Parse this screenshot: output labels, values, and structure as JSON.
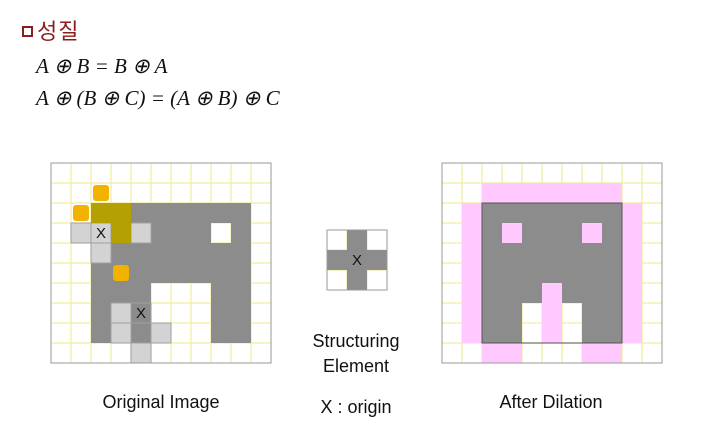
{
  "heading": {
    "icon": "hollow-square-bullet-icon",
    "text": "성질"
  },
  "formulas": {
    "commutative": "A ⊕ B = B ⊕ A",
    "associative": "A ⊕ (B ⊕ C) = (A ⊕ B) ⊕ C"
  },
  "marker": "X",
  "captions": {
    "original": "Original Image",
    "structuring_line1": "Structuring",
    "structuring_line2": "Element",
    "origin": "X : origin",
    "dilation": "After Dilation"
  },
  "colors": {
    "grid_line": "#f0eda0",
    "grid_bg": "#ffffff",
    "foreground": "#8c8c8c",
    "element_light": "#d3d3d3",
    "highlight_orange": "#f2b200",
    "highlight_olive": "#b4a000",
    "dilation_pink": "#ffc8ff",
    "heading_color": "#8a1d1d"
  },
  "original_image": {
    "rows": 10,
    "cols": 11,
    "object_cells": [
      [
        2,
        4
      ],
      [
        2,
        5
      ],
      [
        2,
        6
      ],
      [
        2,
        7
      ],
      [
        2,
        8
      ],
      [
        2,
        9
      ],
      [
        3,
        4
      ],
      [
        3,
        5
      ],
      [
        3,
        6
      ],
      [
        3,
        7
      ],
      [
        3,
        9
      ],
      [
        4,
        2
      ],
      [
        4,
        3
      ],
      [
        4,
        4
      ],
      [
        4,
        5
      ],
      [
        4,
        6
      ],
      [
        4,
        7
      ],
      [
        4,
        8
      ],
      [
        4,
        9
      ],
      [
        5,
        2
      ],
      [
        5,
        3
      ],
      [
        5,
        4
      ],
      [
        5,
        5
      ],
      [
        5,
        6
      ],
      [
        5,
        7
      ],
      [
        5,
        8
      ],
      [
        5,
        9
      ],
      [
        6,
        2
      ],
      [
        6,
        3
      ],
      [
        6,
        4
      ],
      [
        6,
        8
      ],
      [
        6,
        9
      ],
      [
        7,
        2
      ],
      [
        7,
        3
      ],
      [
        7,
        4
      ],
      [
        7,
        8
      ],
      [
        7,
        9
      ],
      [
        8,
        2
      ],
      [
        8,
        3
      ],
      [
        8,
        8
      ],
      [
        8,
        9
      ]
    ],
    "element_light_cells": [
      [
        3,
        1
      ],
      [
        3,
        2
      ],
      [
        3,
        4
      ],
      [
        4,
        2
      ],
      [
        7,
        3
      ],
      [
        8,
        3
      ],
      [
        8,
        5
      ],
      [
        9,
        4
      ]
    ],
    "element_dark_cells": [
      [
        7,
        4
      ],
      [
        8,
        4
      ]
    ],
    "element_olive_cells": [
      [
        2,
        2
      ],
      [
        2,
        3
      ],
      [
        3,
        3
      ]
    ],
    "orange_blobs": [
      [
        1,
        2
      ],
      [
        2,
        1
      ],
      [
        5,
        3
      ]
    ],
    "origin_cells": [
      [
        3,
        2
      ],
      [
        7,
        4
      ]
    ]
  },
  "structuring_element": {
    "rows": 3,
    "cols": 3,
    "cells": [
      [
        0,
        1
      ],
      [
        1,
        0
      ],
      [
        1,
        1
      ],
      [
        1,
        2
      ],
      [
        2,
        1
      ]
    ],
    "origin": [
      1,
      1
    ]
  },
  "dilated_image": {
    "rows": 10,
    "cols": 11,
    "original_cells": [
      [
        2,
        2
      ],
      [
        2,
        3
      ],
      [
        2,
        4
      ],
      [
        2,
        5
      ],
      [
        2,
        6
      ],
      [
        2,
        7
      ],
      [
        2,
        8
      ],
      [
        3,
        2
      ],
      [
        3,
        3
      ],
      [
        3,
        4
      ],
      [
        3,
        5
      ],
      [
        3,
        6
      ],
      [
        3,
        7
      ],
      [
        3,
        8
      ],
      [
        4,
        2
      ],
      [
        4,
        3
      ],
      [
        4,
        4
      ],
      [
        4,
        5
      ],
      [
        4,
        6
      ],
      [
        4,
        7
      ],
      [
        4,
        8
      ],
      [
        5,
        2
      ],
      [
        5,
        3
      ],
      [
        5,
        4
      ],
      [
        5,
        5
      ],
      [
        5,
        6
      ],
      [
        5,
        7
      ],
      [
        5,
        8
      ],
      [
        6,
        2
      ],
      [
        6,
        3
      ],
      [
        6,
        4
      ],
      [
        6,
        5
      ],
      [
        6,
        6
      ],
      [
        6,
        7
      ],
      [
        6,
        8
      ],
      [
        7,
        2
      ],
      [
        7,
        3
      ],
      [
        7,
        7
      ],
      [
        7,
        8
      ],
      [
        8,
        2
      ],
      [
        8,
        3
      ],
      [
        8,
        7
      ],
      [
        8,
        8
      ]
    ],
    "added_cells": [
      [
        1,
        2
      ],
      [
        1,
        3
      ],
      [
        1,
        4
      ],
      [
        1,
        5
      ],
      [
        1,
        6
      ],
      [
        1,
        7
      ],
      [
        1,
        8
      ],
      [
        2,
        1
      ],
      [
        3,
        1
      ],
      [
        4,
        1
      ],
      [
        5,
        1
      ],
      [
        6,
        1
      ],
      [
        7,
        1
      ],
      [
        8,
        1
      ],
      [
        2,
        9
      ],
      [
        3,
        9
      ],
      [
        4,
        9
      ],
      [
        5,
        9
      ],
      [
        6,
        9
      ],
      [
        7,
        9
      ],
      [
        8,
        9
      ],
      [
        9,
        2
      ],
      [
        9,
        3
      ],
      [
        9,
        7
      ],
      [
        9,
        8
      ],
      [
        6,
        5
      ],
      [
        7,
        5
      ],
      [
        8,
        5
      ],
      [
        3,
        3
      ],
      [
        3,
        7
      ]
    ]
  }
}
